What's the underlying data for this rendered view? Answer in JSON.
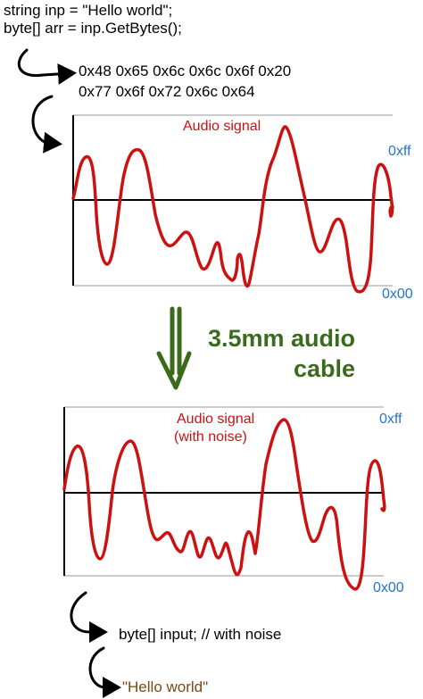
{
  "code": {
    "line1": "string inp = \"Hello world\";",
    "line2": "byte[] arr = inp.GetBytes();"
  },
  "hex": {
    "line1": "0x48 0x65 0x6c 0x6c 0x6f 0x20",
    "line2": "0x77 0x6f 0x72 0x6c 0x64"
  },
  "top_chart": {
    "title": "Audio signal",
    "max_label": "0xff",
    "min_label": "0x00"
  },
  "cable": {
    "line1": "3.5mm audio",
    "line2": "cable"
  },
  "bottom_chart": {
    "title_line1": "Audio signal",
    "title_line2": "(with noise)",
    "max_label": "0xff",
    "min_label": "0x00"
  },
  "result": {
    "input_line": "byte[] input; // with noise",
    "output_text": "\"Hello world\""
  },
  "colors": {
    "signal": "#cc1111",
    "axis_label": "#2277cc",
    "cable": "#3a6b1c",
    "output_text": "#7a4a10",
    "grid": "#999999"
  }
}
